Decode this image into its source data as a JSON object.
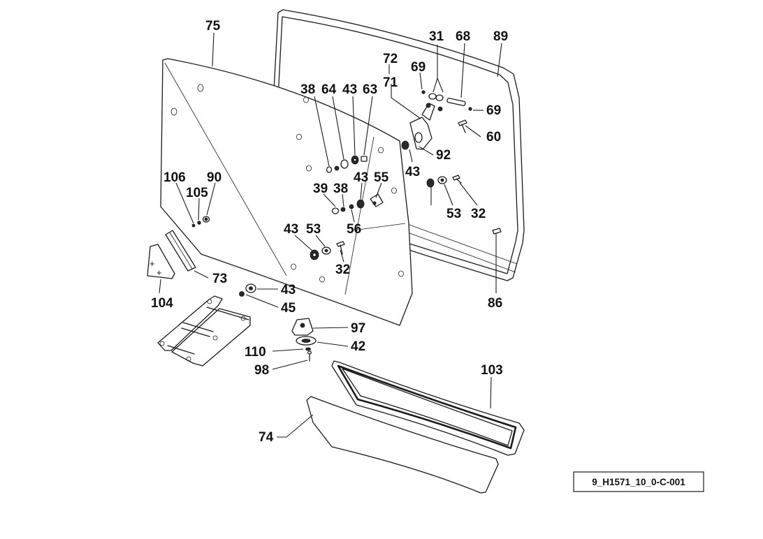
{
  "diagram": {
    "reference_code": "9_H1571_10_0-C-001",
    "labels": [
      "75",
      "89",
      "68",
      "31",
      "72",
      "71",
      "69",
      "38",
      "64",
      "43",
      "63",
      "69",
      "60",
      "92",
      "106",
      "90",
      "105",
      "39",
      "38",
      "43",
      "55",
      "43",
      "53",
      "32",
      "56",
      "43",
      "53",
      "32",
      "73",
      "104",
      "43",
      "45",
      "97",
      "42",
      "110",
      "98",
      "103",
      "74",
      "86"
    ],
    "part_markings": [
      "+",
      "+"
    ]
  }
}
